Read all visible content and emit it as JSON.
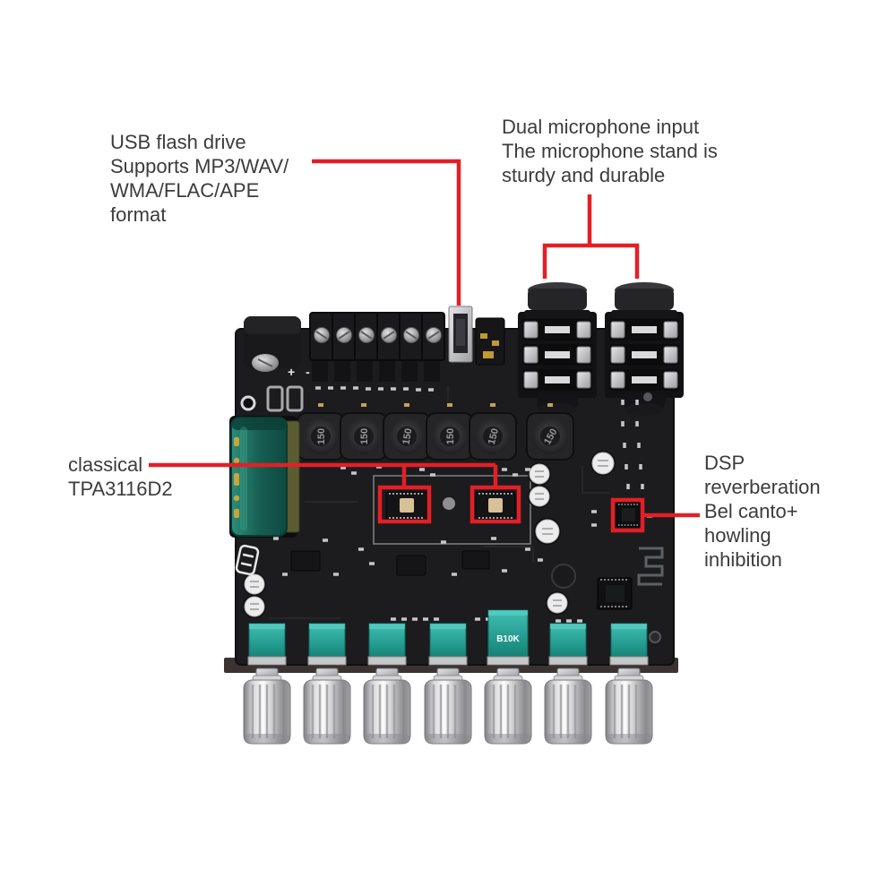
{
  "annotations": {
    "usb": {
      "lines": [
        "USB flash drive",
        "Supports MP3/WAV/",
        "WMA/FLAC/APE",
        "format"
      ]
    },
    "mic": {
      "lines": [
        "Dual microphone input",
        "The microphone stand is",
        "sturdy and durable"
      ]
    },
    "amp": {
      "lines": [
        "classical",
        "TPA3116D2"
      ]
    },
    "dsp": {
      "lines": [
        "DSP",
        "reverberation",
        "Bel canto+",
        "howling",
        "inhibition"
      ]
    }
  },
  "board_labels": {
    "inductor": "150",
    "volume_pot": "B10K",
    "polarity": "+ -"
  },
  "colors": {
    "callout_red": "#e31f26",
    "annotation_text": "#3c3c3c",
    "pcb_black": "#1c1c1f",
    "pot_teal": "#21968b",
    "capacitor_green": "#17695e",
    "knob_chrome": "#d9d9d9",
    "background": "#ffffff"
  }
}
